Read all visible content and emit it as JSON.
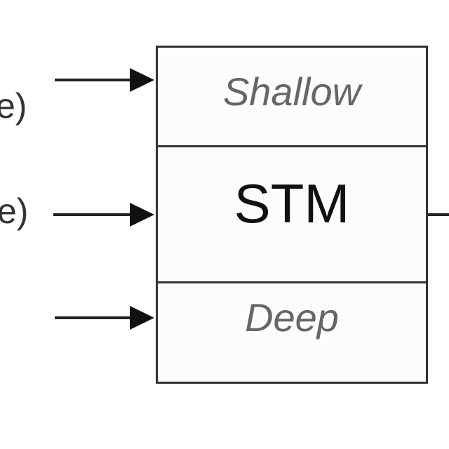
{
  "inputs": [
    {
      "label": "e)"
    },
    {
      "label": "e)"
    }
  ],
  "block": {
    "top": "Shallow",
    "middle": "STM",
    "bottom": "Deep"
  }
}
